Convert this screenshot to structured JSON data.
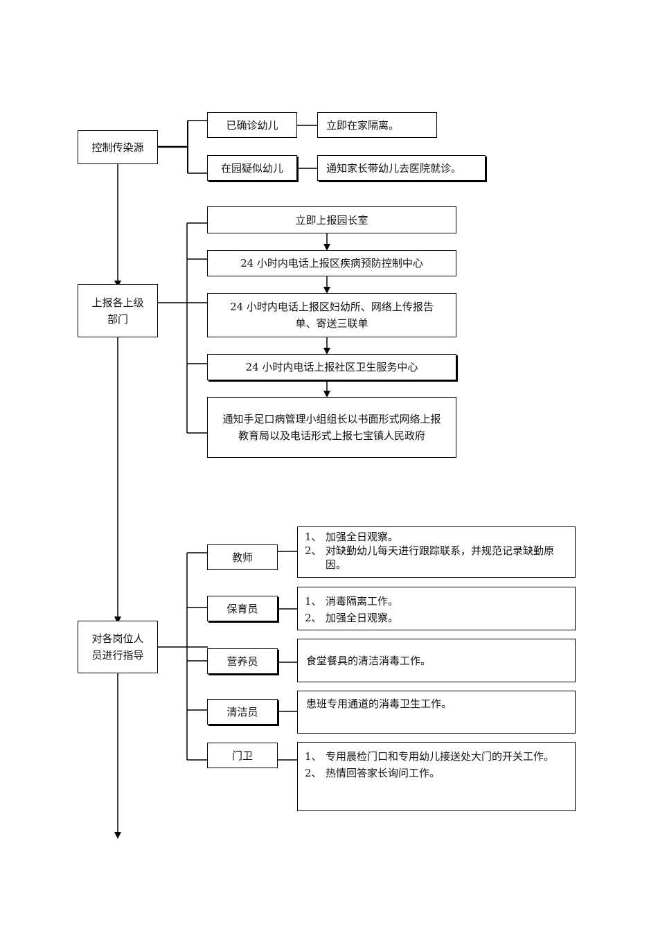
{
  "sections": {
    "control": {
      "title": "控制传染源",
      "items": [
        {
          "label": "已确诊幼儿",
          "action": "立即在家隔离。"
        },
        {
          "label": "在园疑似幼儿",
          "action": "通知家长带幼儿去医院就诊。"
        }
      ]
    },
    "report": {
      "title_line1": "上报各上级",
      "title_line2": "部门",
      "steps": [
        "立即上报园长室",
        "24 小时内电话上报区疾病预防控制中心",
        "24 小时内电话上报区妇幼所、网络上传报告单、寄送三联单",
        "24 小时内电话上报社区卫生服务中心",
        "通知手足口病管理小组组长以书面形式网络上报教育局以及电话形式上报七宝镇人民政府"
      ]
    },
    "guide": {
      "title_line1": "对各岗位人",
      "title_line2": "员进行指导",
      "roles": [
        {
          "role": "教师",
          "duties": [
            {
              "num": "1、",
              "text": "加强全日观察。"
            },
            {
              "num": "2、",
              "text": "对缺勤幼儿每天进行跟踪联系，并规范记录缺勤原因。"
            }
          ]
        },
        {
          "role": "保育员",
          "duties": [
            {
              "num": "1、",
              "text": "消毒隔离工作。"
            },
            {
              "num": "2、",
              "text": "加强全日观察。"
            }
          ]
        },
        {
          "role": "营养员",
          "duties": [
            {
              "num": "",
              "text": "食堂餐具的清洁消毒工作。"
            }
          ]
        },
        {
          "role": "清洁员",
          "duties": [
            {
              "num": "",
              "text": "患班专用通道的消毒卫生工作。"
            }
          ]
        },
        {
          "role": "门卫",
          "duties": [
            {
              "num": "1、",
              "text": "专用晨检门口和专用幼儿接送处大门的开关工作。"
            },
            {
              "num": "2、",
              "text": "热情回答家长询问工作。"
            }
          ]
        }
      ]
    }
  }
}
